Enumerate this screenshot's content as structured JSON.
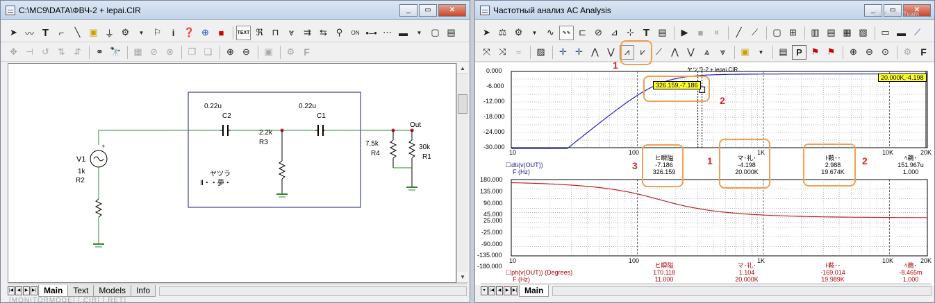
{
  "left_window": {
    "title": "C:\\MC9\\DATA\\ФВЧ-2 + lepai.CIR",
    "buttons": {
      "minimize": "_",
      "restore": "▭",
      "close": "✕"
    },
    "tabs": [
      "Main",
      "Text",
      "Models",
      "Info"
    ],
    "status": "[MONITORMODE] [.CIR] [.RET]"
  },
  "schematic": {
    "C2": {
      "value": "0.22u",
      "name": "C2"
    },
    "C1": {
      "value": "0.22u",
      "name": "C1"
    },
    "R3": {
      "value": "2.2k",
      "name": "R3"
    },
    "R4": {
      "value": "7.5k",
      "name": "R4"
    },
    "R1": {
      "value": "30k",
      "name": "R1"
    },
    "V1": {
      "name": "V1",
      "amp": "1k",
      "rname": "R2"
    },
    "out_label": "Out",
    "box_text1": "ヤツラ",
    "box_text2": "Ⅱ・・夢・"
  },
  "right_window": {
    "title": "Частотный анализ AC Analysis",
    "buttons": {
      "minimize": "_",
      "restore": "▭",
      "close": "✕"
    },
    "tab": "Main",
    "watermark": "CarAudio Team"
  },
  "plot_top": {
    "header": "ヤツラ-2 + lepai.CIR",
    "yticks": [
      "0.000",
      "-6.000",
      "-12.000",
      "-18.000",
      "-24.000",
      "-30.000"
    ],
    "xticks": [
      "10",
      "100",
      "1K",
      "10K",
      "20K"
    ],
    "cursor1": "326.159,-7.186",
    "cursor2": "20.000K,-4.198",
    "trace": "db(v(OUT))",
    "trace_x": "F (Hz)",
    "stats": [
      {
        "h": "ヒ瞬隘",
        "v1": "-7.186",
        "v2": "326.159"
      },
      {
        "h": "マ･礼･",
        "v1": "-4.198",
        "v2": "20.000K"
      },
      {
        "h": "ﾄ鞍･･",
        "v1": "2.988",
        "v2": "19.674K"
      },
      {
        "h": "ﾍ鵜･",
        "v1": "151.967u",
        "v2": "1.000"
      }
    ]
  },
  "plot_bottom": {
    "yticks": [
      "180.000",
      "135.000",
      "90.000",
      "45.000",
      "25.000",
      "-25.000",
      "-90.000",
      "-135.000",
      "-180.000"
    ],
    "xticks": [
      "10",
      "100",
      "1K",
      "10K",
      "20K"
    ],
    "trace": "ph(v(OUT)) (Degrees)",
    "trace_x": "F (Hz)",
    "stats": [
      {
        "h": "ヒ瞬隘",
        "v1": "170.118",
        "v2": "11.000"
      },
      {
        "h": "マ･礼･",
        "v1": "1.104",
        "v2": "20.000K"
      },
      {
        "h": "ﾄ鞍･･",
        "v1": "-169.014",
        "v2": "19.989K"
      },
      {
        "h": "ﾍ鵜･",
        "v1": "-8.465m",
        "v2": "1.000"
      }
    ]
  },
  "annotations": {
    "n1a": "1",
    "n2a": "2",
    "n3": "3",
    "n1b": "1",
    "n2b": "2"
  },
  "colors": {
    "trace_db": "#2020c0",
    "trace_ph": "#c02020",
    "highlight": "#f0a050",
    "cursor_box": "#ffff30"
  }
}
